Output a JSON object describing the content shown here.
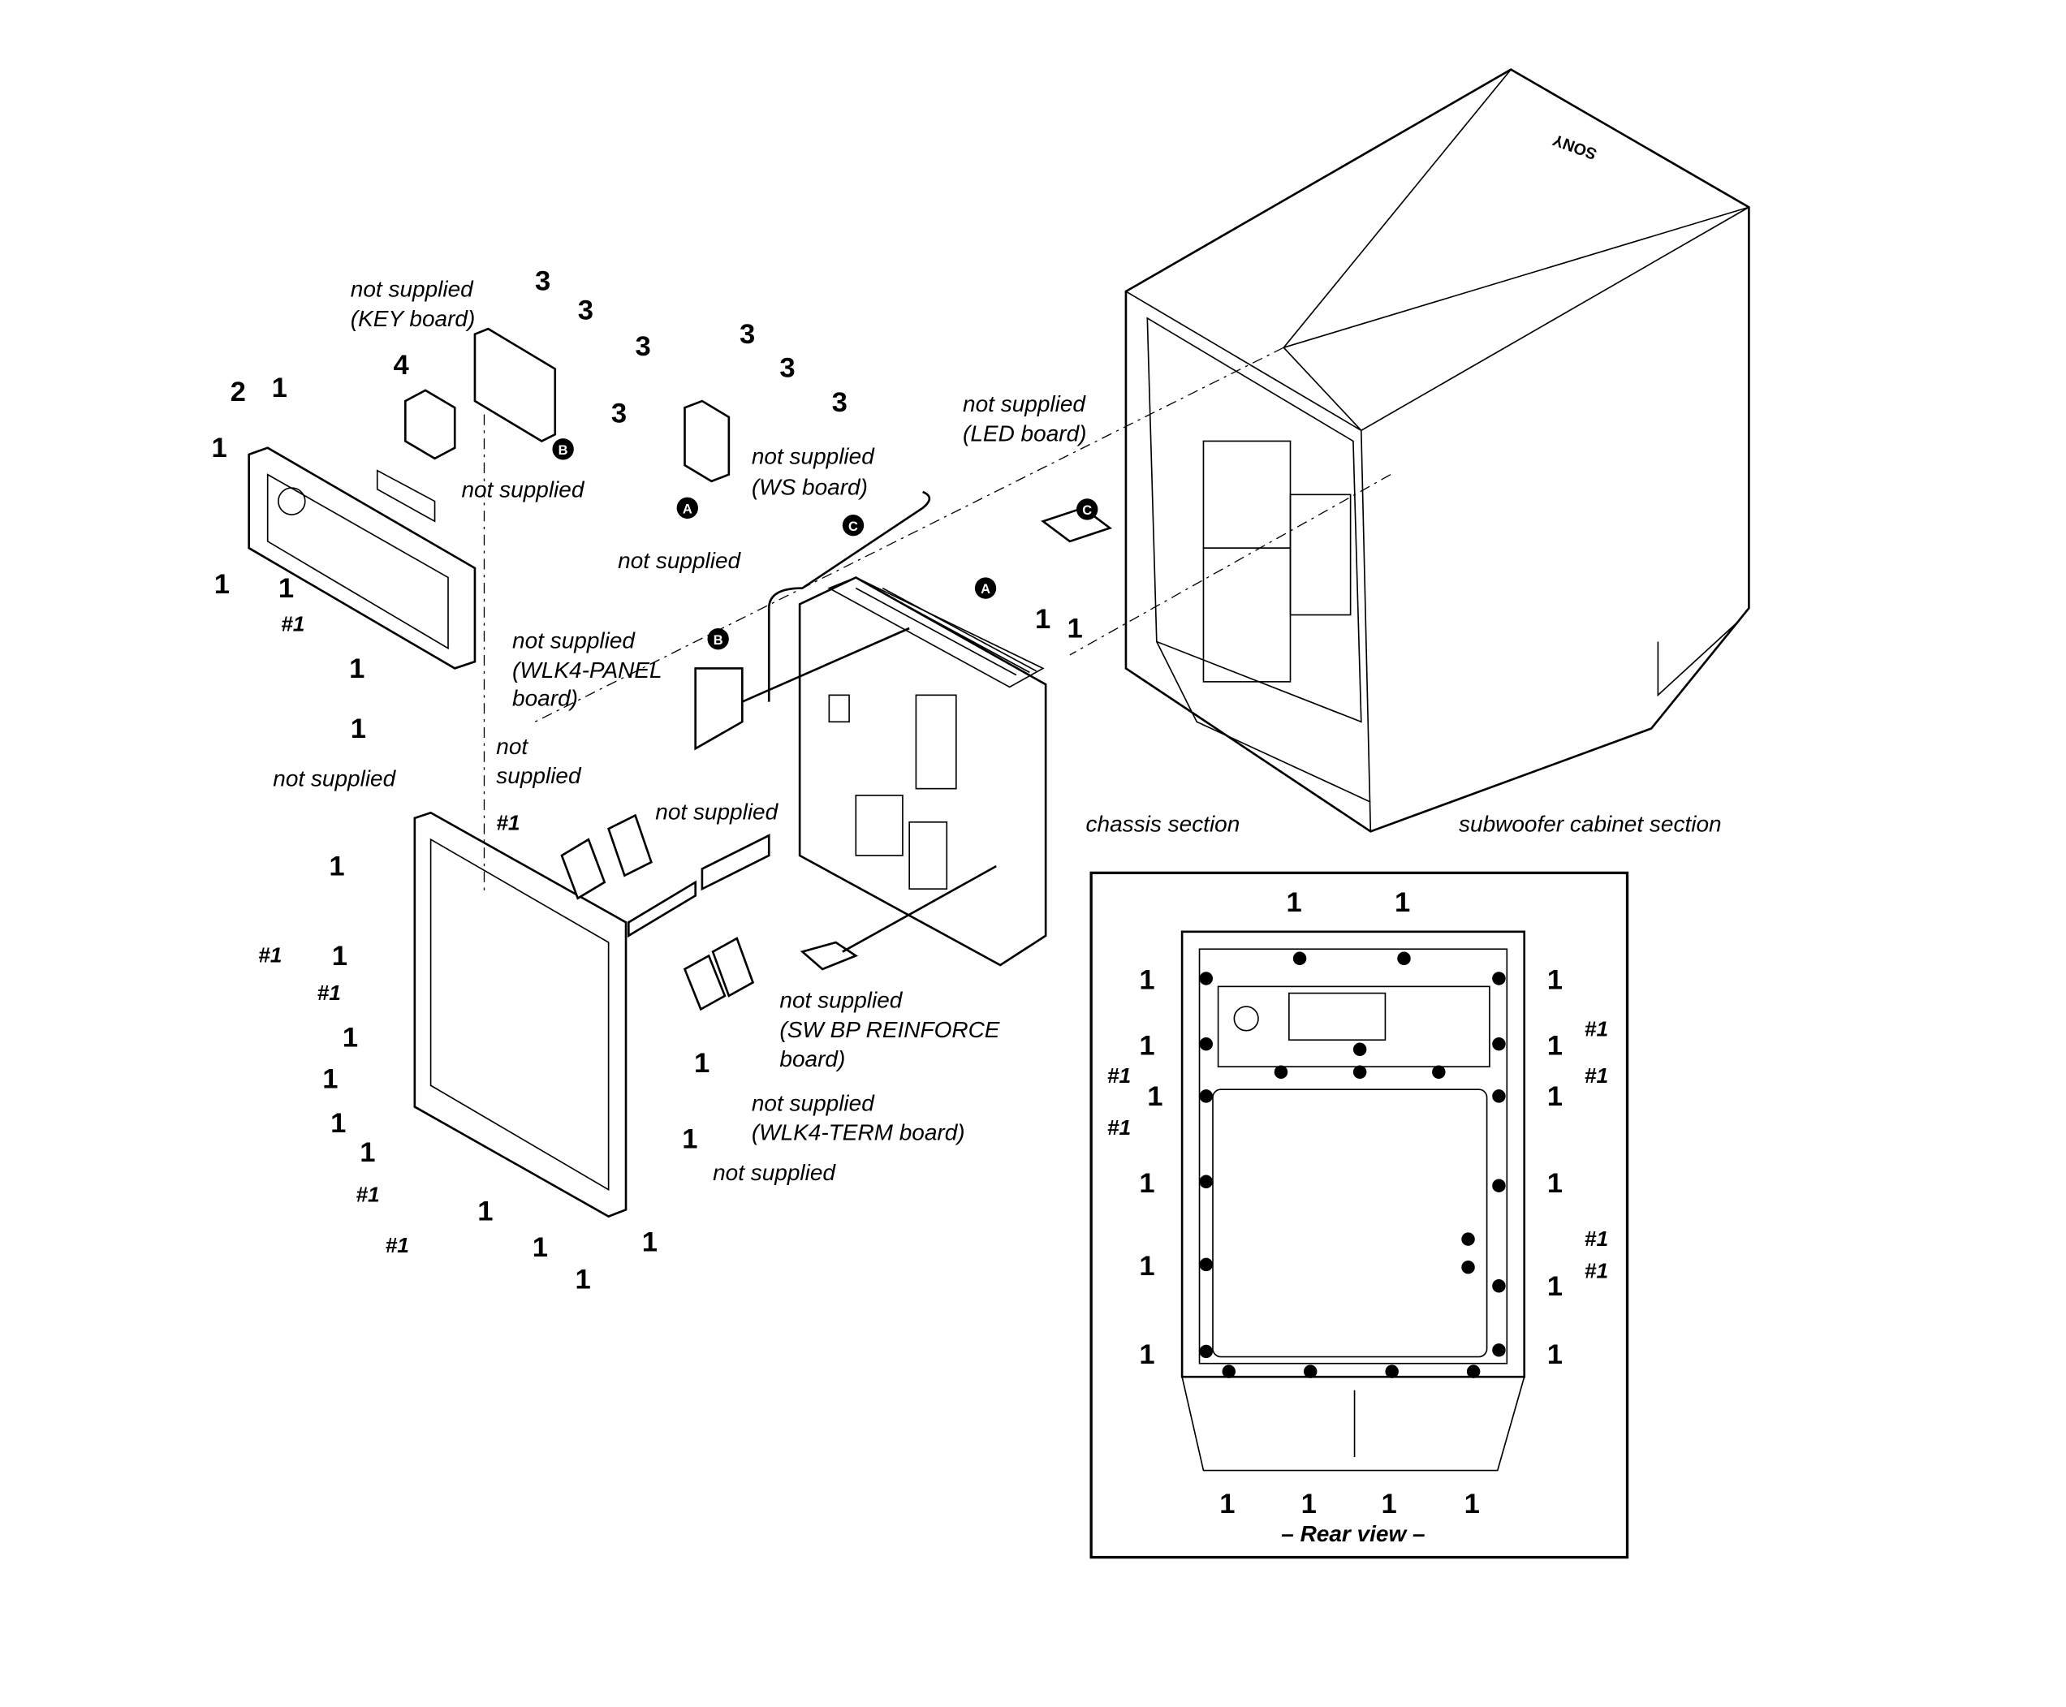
{
  "brand_logo": "SONY",
  "callouts": {
    "screw_1": "1",
    "screw_3": "3",
    "screw_hash1": "#1",
    "part_2": "2",
    "part_4": "4"
  },
  "refs": {
    "a": "A",
    "b": "B",
    "c": "C"
  },
  "labels": {
    "not_supplied": "not supplied",
    "key_board": "(KEY board)",
    "ws_board": "(WS board)",
    "led_board": "(LED board)",
    "wlk4_panel_1": "(WLK4-PANEL",
    "board_close": "board)",
    "not": "not",
    "supplied": "supplied",
    "sw_bp_reinforce": "(SW BP REINFORCE",
    "wlk4_term_board": "(WLK4-TERM board)",
    "chassis_section": "chassis section",
    "subwoofer_cabinet_section": "subwoofer cabinet section",
    "rear_view": "– Rear view –"
  }
}
